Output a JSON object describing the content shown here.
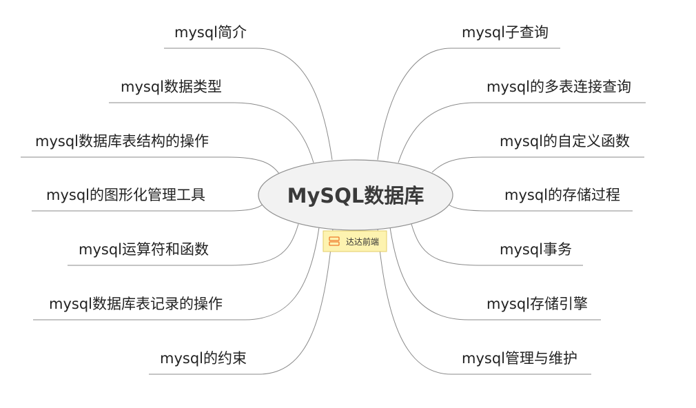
{
  "root": {
    "title": "MySQL数据库",
    "tag": "达达前端"
  },
  "left_branches": [
    {
      "label": "mysql简介"
    },
    {
      "label": "mysql数据类型"
    },
    {
      "label": "mysql数据库表结构的操作"
    },
    {
      "label": "mysql的图形化管理工具"
    },
    {
      "label": "mysql运算符和函数"
    },
    {
      "label": "mysql数据库表记录的操作"
    },
    {
      "label": "mysql的约束"
    }
  ],
  "right_branches": [
    {
      "label": "mysql子查询"
    },
    {
      "label": "mysql的多表连接查询"
    },
    {
      "label": "mysql的自定义函数"
    },
    {
      "label": "mysql的存储过程"
    },
    {
      "label": "mysql事务"
    },
    {
      "label": "mysql存储引擎"
    },
    {
      "label": "mysql管理与维护"
    }
  ],
  "colors": {
    "line": "#8a8a8a",
    "root_fill": "#f2f2f2",
    "tag_fill": "#fdf3b0",
    "tag_icon": "#f07a2a"
  },
  "icons": {
    "tag_icon": "topic-label-icon"
  }
}
